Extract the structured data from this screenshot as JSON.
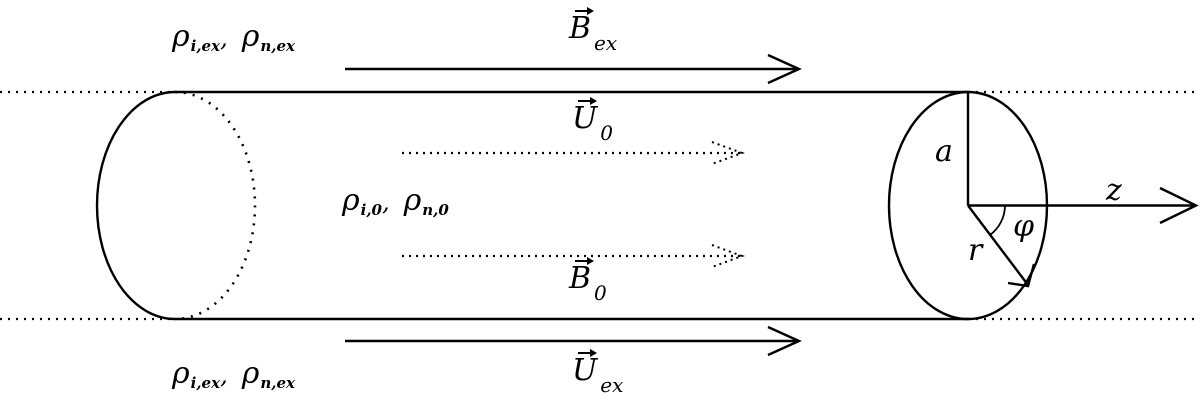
{
  "labels": {
    "ext_top": {
      "rho1": "ρ",
      "sub1": "i,ex",
      "comma": ",",
      "rho2": "ρ",
      "sub2": "n,ex"
    },
    "ext_bottom": {
      "rho1": "ρ",
      "sub1": "i,ex",
      "comma": ",",
      "rho2": "ρ",
      "sub2": "n,ex"
    },
    "internal": {
      "rho1": "ρ",
      "sub1": "i,0",
      "comma": ",",
      "rho2": "ρ",
      "sub2": "n,0"
    },
    "B_ex": {
      "symbol": "B",
      "sub": "ex"
    },
    "U_0": {
      "symbol": "U",
      "sub": "0"
    },
    "B_0": {
      "symbol": "B",
      "sub": "0"
    },
    "U_ex": {
      "symbol": "U",
      "sub": "ex"
    },
    "radius_a": "a",
    "radial_r": "r",
    "angle_phi": "φ",
    "axis_z": "z"
  },
  "colors": {
    "ink": "#000000",
    "background": "#ffffff"
  }
}
